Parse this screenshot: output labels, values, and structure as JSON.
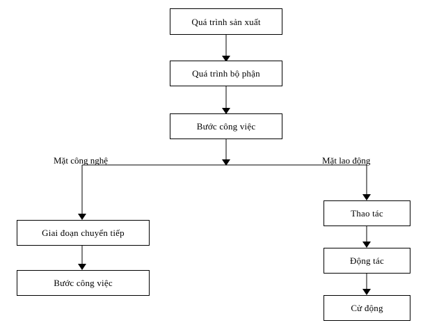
{
  "diagram": {
    "title": "Phan cap qua trinh san xuat",
    "background_color": "#ffffff",
    "line_color": "#000000",
    "text_color": "#000000",
    "nodes": {
      "production_process": "Quá trình sản xuất",
      "partial_process": "Quá trình bộ phận",
      "work_step_main": "Bước công việc",
      "transition_stage": "Giai đoạn chuyển tiếp",
      "work_step_left": "Bước công việc",
      "operation": "Thao tác",
      "motion": "Động tác",
      "movement": "Cử động"
    },
    "branch_labels": {
      "technology_side": "Mặt công nghệ",
      "labor_side": "Mặt lao động"
    }
  }
}
